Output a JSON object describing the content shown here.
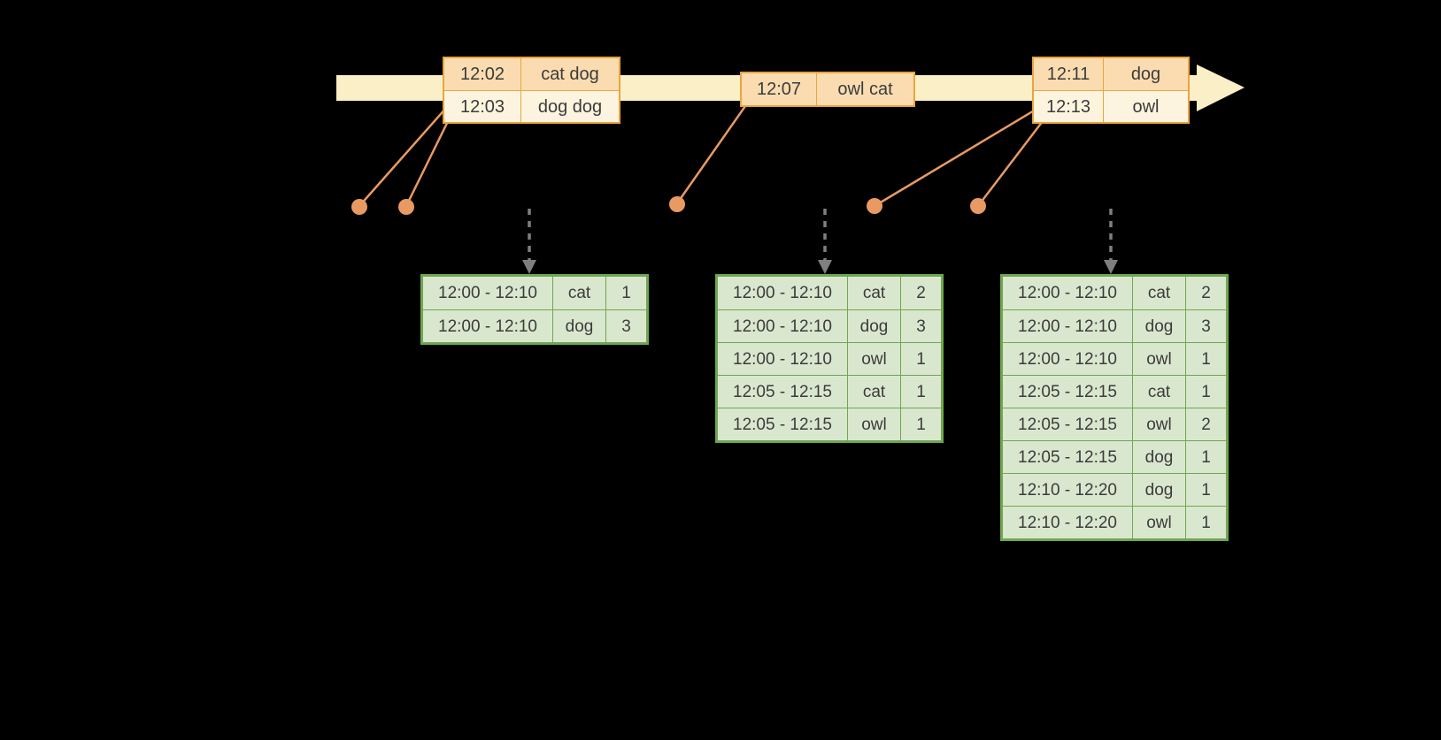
{
  "diagram": {
    "events": [
      {
        "rows": [
          [
            "12:02",
            "cat dog"
          ],
          [
            "12:03",
            "dog dog"
          ]
        ]
      },
      {
        "rows": [
          [
            "12:07",
            "owl cat"
          ]
        ]
      },
      {
        "rows": [
          [
            "12:11",
            "dog"
          ],
          [
            "12:13",
            "owl"
          ]
        ]
      }
    ],
    "result_tables": [
      {
        "rows": [
          [
            "12:00 - 12:10",
            "cat",
            "1"
          ],
          [
            "12:00 - 12:10",
            "dog",
            "3"
          ]
        ]
      },
      {
        "rows": [
          [
            "12:00 - 12:10",
            "cat",
            "2"
          ],
          [
            "12:00 - 12:10",
            "dog",
            "3"
          ],
          [
            "12:00 - 12:10",
            "owl",
            "1"
          ],
          [
            "12:05 - 12:15",
            "cat",
            "1"
          ],
          [
            "12:05 - 12:15",
            "owl",
            "1"
          ]
        ]
      },
      {
        "rows": [
          [
            "12:00 - 12:10",
            "cat",
            "2"
          ],
          [
            "12:00 - 12:10",
            "dog",
            "3"
          ],
          [
            "12:00 - 12:10",
            "owl",
            "1"
          ],
          [
            "12:05 - 12:15",
            "cat",
            "1"
          ],
          [
            "12:05 - 12:15",
            "owl",
            "2"
          ],
          [
            "12:05 - 12:15",
            "dog",
            "1"
          ],
          [
            "12:10 - 12:20",
            "dog",
            "1"
          ],
          [
            "12:10 - 12:20",
            "owl",
            "1"
          ]
        ]
      }
    ],
    "colors": {
      "background": "#000000",
      "timeline_fill": "#FBEFC8",
      "event_border": "#E9A53E",
      "event_row_peach": "#FADCB0",
      "event_row_cream": "#FDF4DF",
      "connector": "#E89A62",
      "dashed_arrow": "#7F7F7F",
      "result_border": "#6FA750",
      "result_cell_fill": "#DAE7CF",
      "text": "#3B3B3B"
    }
  }
}
